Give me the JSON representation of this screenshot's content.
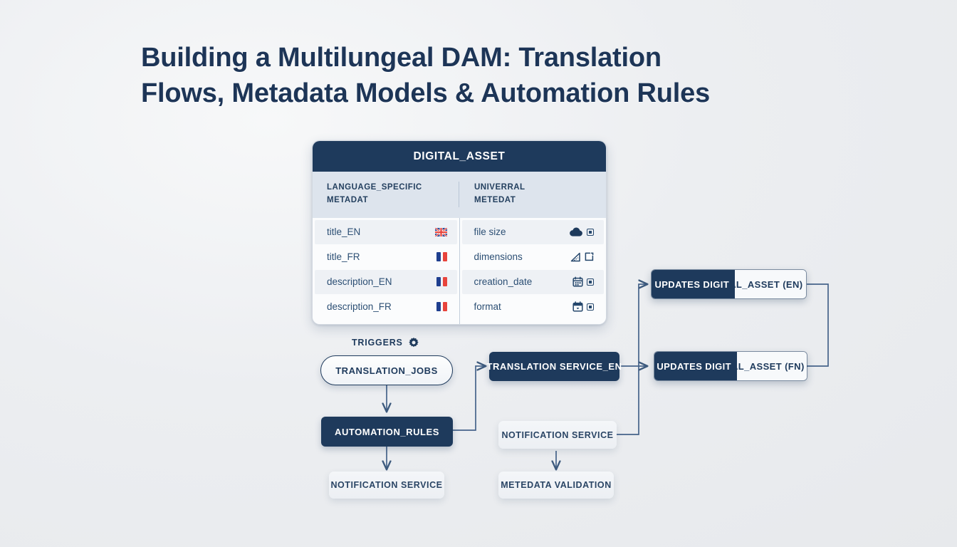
{
  "page": {
    "title_line1": "Building a Multilungeal DAM: Translation",
    "title_line2": "Flows, Metadata Models & Automation Rules",
    "background_color": "#eceef1",
    "accent_navy": "#1e3a5c"
  },
  "asset_card": {
    "title": "DIGITAL_ASSET",
    "columns": [
      {
        "head_line1": "LANGUAGE_SPECIFIC",
        "head_line2": "METADAT"
      },
      {
        "head_line1": "UNIVERRAL",
        "head_line2": "METEDAT"
      }
    ],
    "left_rows": [
      {
        "label": "title_EN",
        "icon": "uk-flag-icon"
      },
      {
        "label": "title_FR",
        "icon": "fr-flag-icon"
      },
      {
        "label": "description_EN",
        "icon": "fr-flag-icon"
      },
      {
        "label": "description_FR",
        "icon": "fr-flag-icon"
      }
    ],
    "right_rows": [
      {
        "label": "file size",
        "icon": "cloud-icon"
      },
      {
        "label": "dimensions",
        "icon": "ruler-triangle-icon"
      },
      {
        "label": "creation_date",
        "icon": "calendar-icon"
      },
      {
        "label": "format",
        "icon": "calendar-format-icon"
      }
    ]
  },
  "flow": {
    "triggers_label": "TRIGGERS",
    "triggers_icon": "gear-icon",
    "nodes": {
      "translation_jobs": "TRANSLATION_JOBS",
      "automation_rules": "AUTOMATION_RULES",
      "notification_service_left": "NOTIFICATION SERVICE",
      "translation_service_en": "TRANSLATION SERVICE_EN",
      "notification_service_mid": "NOTIFICATION SERVICE",
      "metedata_validation": "METEDATA VALIDATION",
      "updates_en_a": "UPDATES DIGITAL_ASSET (EN)",
      "updates_en_a_seg_a": "UPDATES DIGIT",
      "updates_en_a_seg_b": "AL_ASSET (EN)",
      "updates_fn_b": "UPDATES DIGITAL_ASSET (FN)",
      "updates_fn_b_seg_a": "UPDATES DIGIT",
      "updates_fn_b_seg_b": "AL_ASSET (FN)"
    }
  }
}
